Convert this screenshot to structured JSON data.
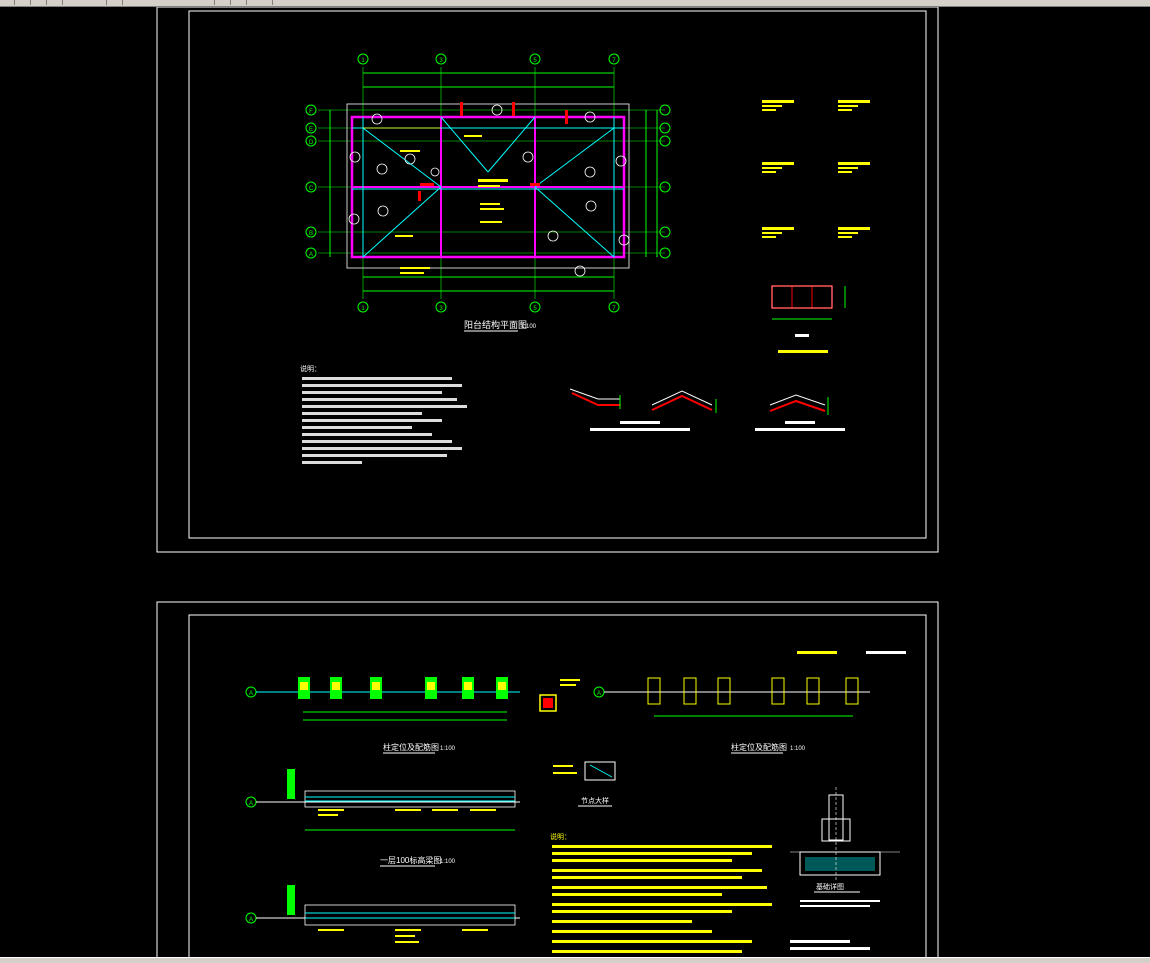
{
  "toolbar": {
    "buttons": [
      "new",
      "open",
      "save",
      "print",
      "undo",
      "redo",
      "zoom",
      "pan"
    ]
  },
  "colors": {
    "background": "#000000",
    "frame": "#ffffff",
    "grid_bubble": "#00ff00",
    "dimension": "#00ff00",
    "beam": "#ff00ff",
    "column": "#00ffff",
    "annotation": "#ffff00",
    "rebar": "#ff0000"
  },
  "sheet1": {
    "plan_title": "阳台结构平面图",
    "plan_scale": "1:100",
    "grid_top": [
      "1",
      "3",
      "5",
      "7"
    ],
    "grid_left": [
      "F",
      "E",
      "D",
      "C",
      "B",
      "A"
    ],
    "notes_heading": "说明："
  },
  "sheet2": {
    "left_title": "柱定位及配筋图",
    "left_scale": "1:100",
    "right_title": "柱定位及配筋图",
    "right_scale": "1:100",
    "mid_title": "一层100标高梁图",
    "mid_scale": "1:100",
    "detail_title": "节点大样",
    "foundation_title": "基础详图",
    "notes_heading": "说明：",
    "axis_label": "A"
  }
}
